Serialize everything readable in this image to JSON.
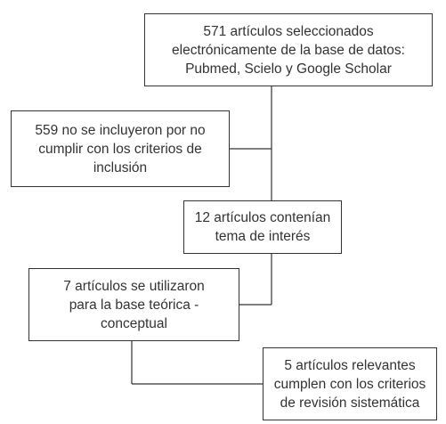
{
  "flow": {
    "selected": "571 artículos seleccionados\nelectrónicamente de la base de datos:\nPubmed, Scielo y Google Scholar",
    "excluded": "559 no se incluyeron por no\ncumplir con los criterios de\ninclusión",
    "of_interest": "12 artículos contenían\ntema de interés",
    "theoretical_base": "7 artículos se utilizaron\npara la base teórica -\nconceptual",
    "relevant": "5 artículos relevantes\ncumplen con los criterios\nde revisión sistemática"
  }
}
